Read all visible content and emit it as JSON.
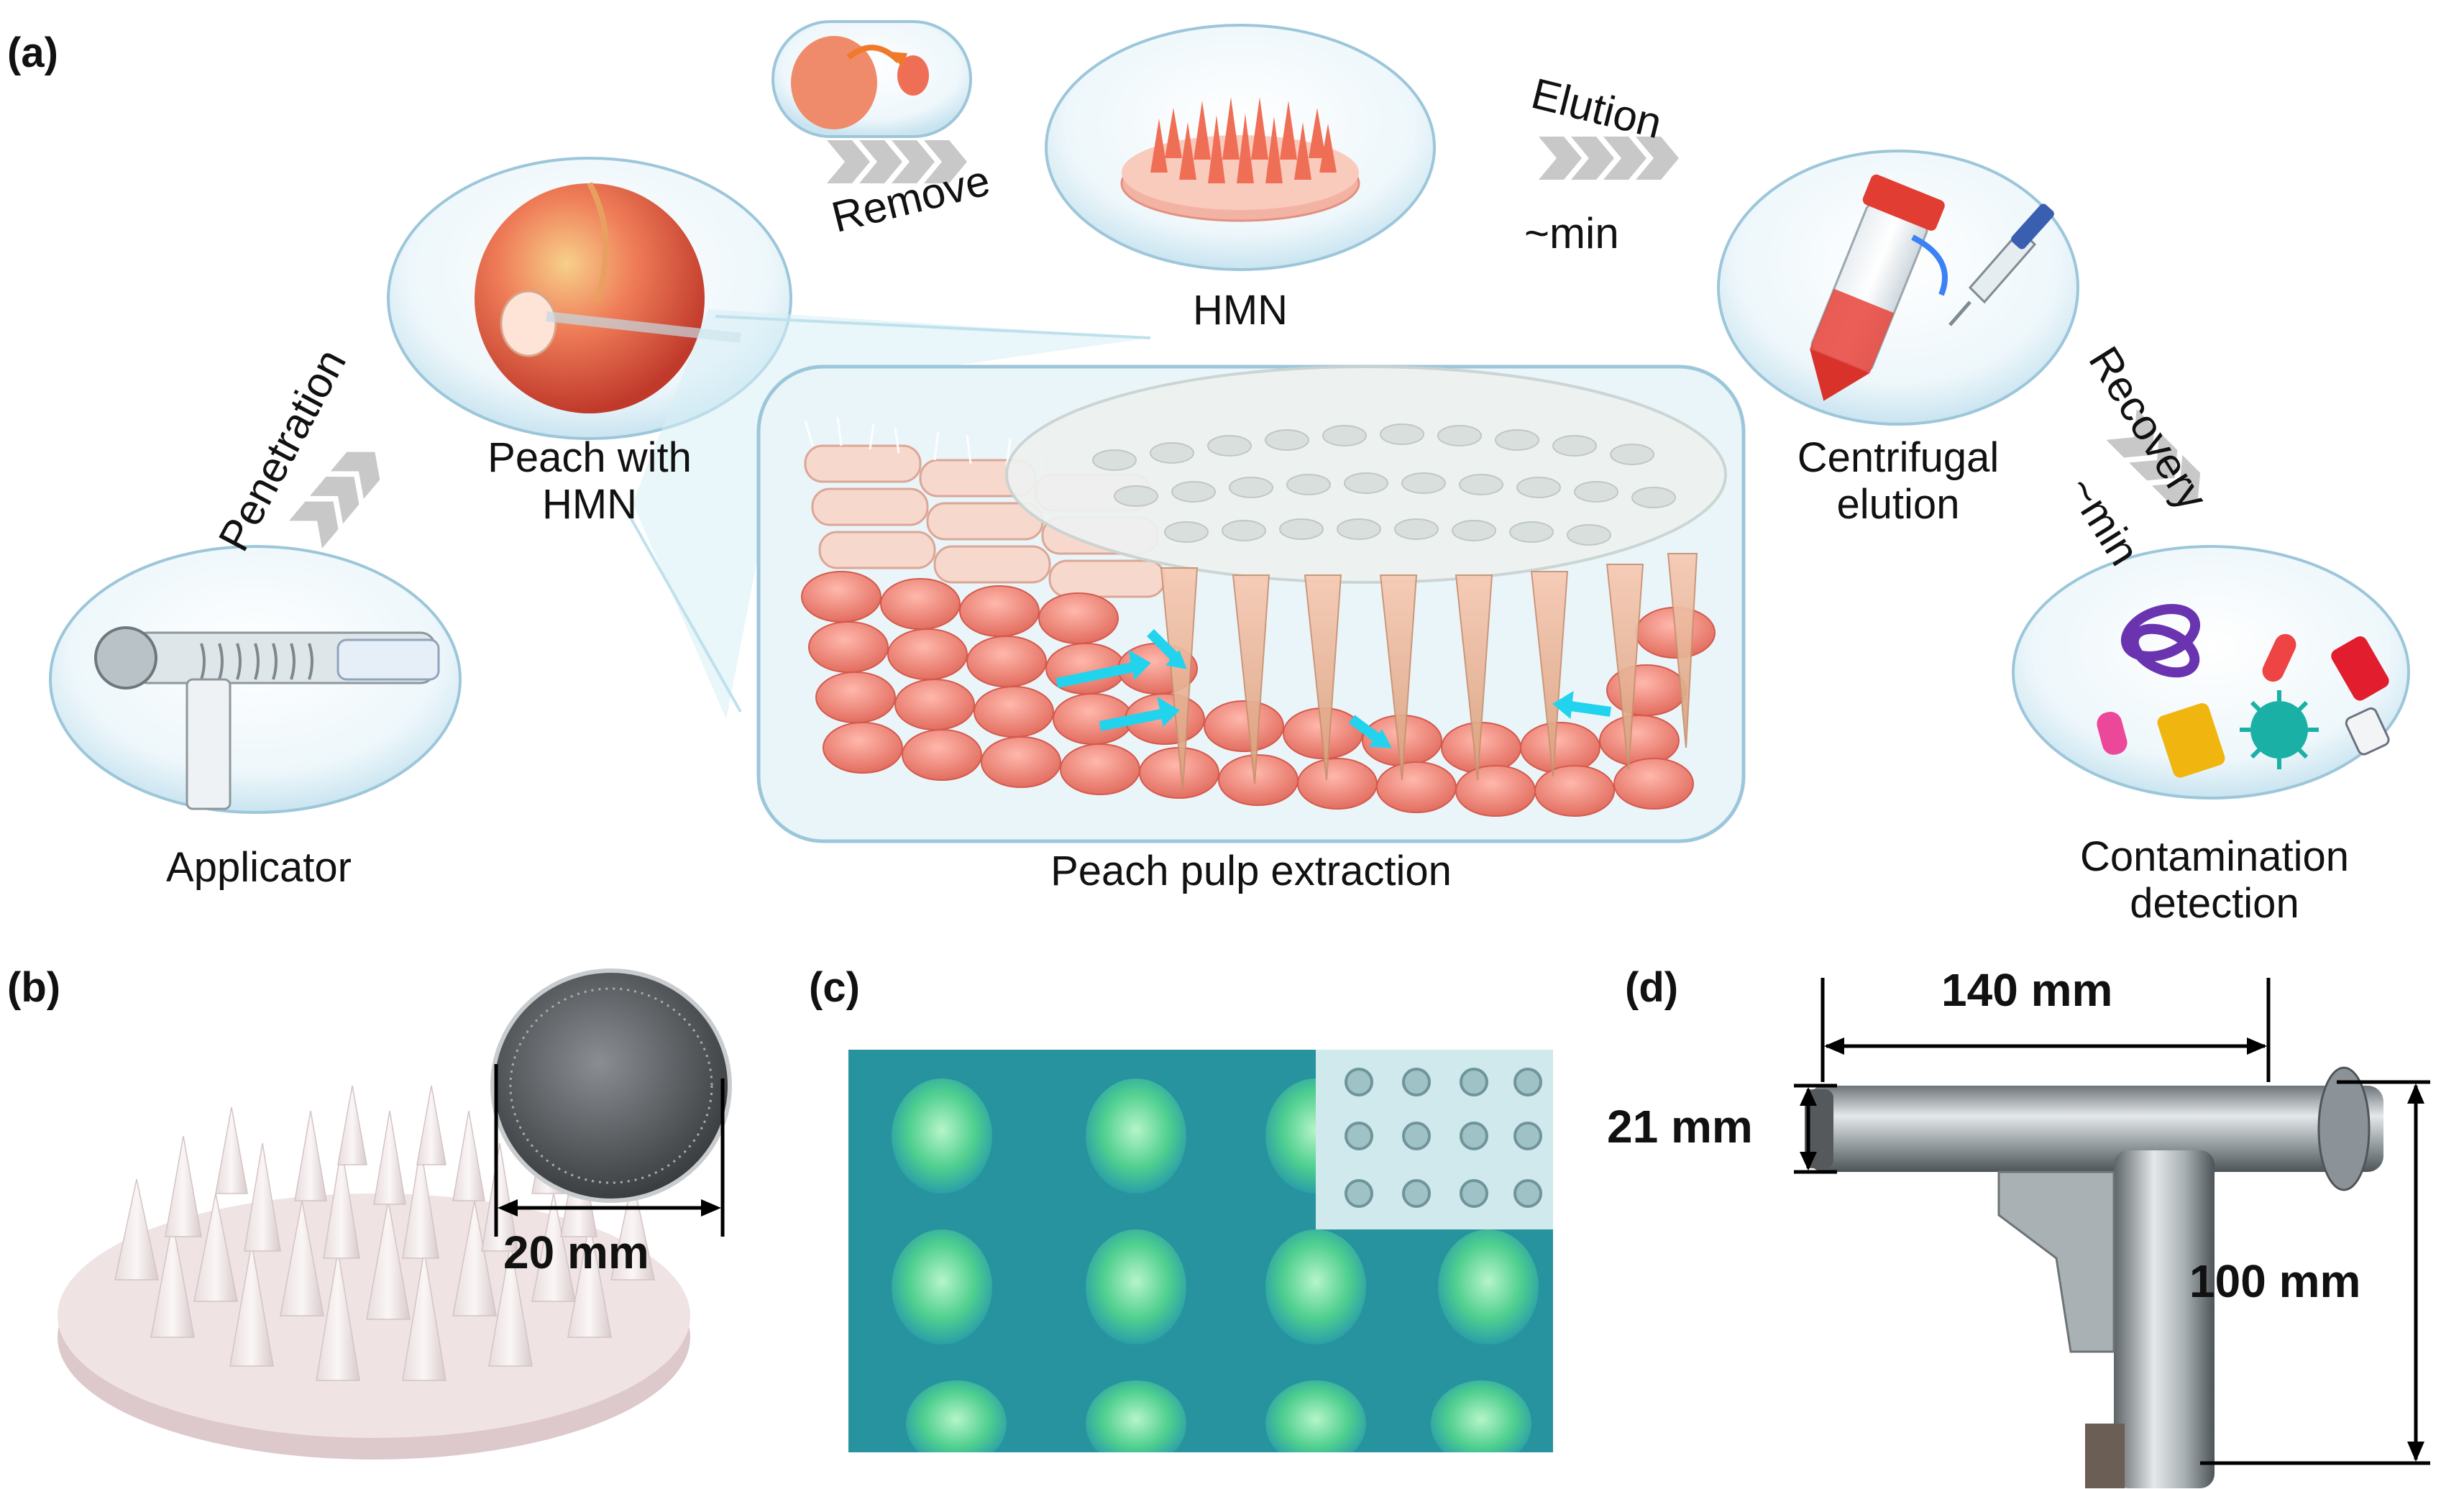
{
  "panels": {
    "a": "(a)",
    "b": "(b)",
    "c": "(c)",
    "d": "(d)"
  },
  "steps": {
    "remove": "Remove",
    "elution": "Elution",
    "elution_time": "~min",
    "penetration": "Penetration",
    "recovery": "Recovery",
    "recovery_time": "~min"
  },
  "nodes": {
    "hmn": "HMN",
    "peach_line1": "Peach with",
    "peach_line2": "HMN",
    "centrifugal_line1": "Centrifugal",
    "centrifugal_line2": "elution",
    "applicator": "Applicator",
    "contamination_line1": "Contamination",
    "contamination_line2": "detection",
    "pulp_extraction": "Peach pulp extraction"
  },
  "dimensions": {
    "b_width": "20 mm",
    "d_length": "140 mm",
    "d_barrel": "21 mm",
    "d_height": "100 mm"
  },
  "colors": {
    "pulp": "#f08a7c",
    "needle": "#f4b59c",
    "flow_arrow": "#22d3ee",
    "chevron": "#c8c8c8",
    "bubble": "#dff0f7",
    "micrograph": "#2b9fa8"
  }
}
